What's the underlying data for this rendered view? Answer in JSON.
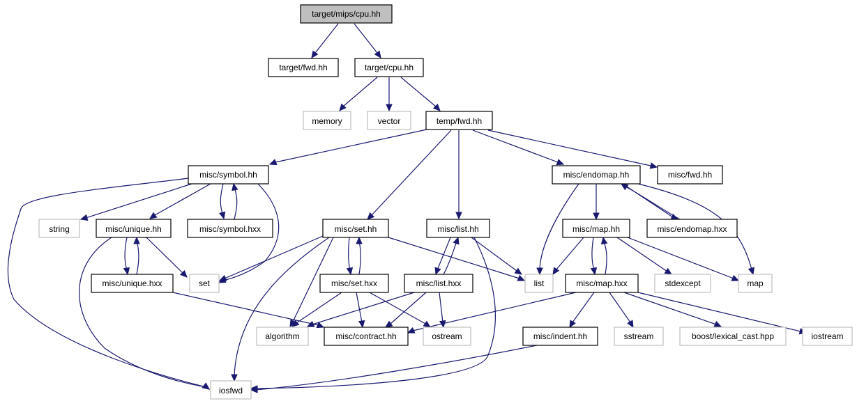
{
  "colors": {
    "edge": "#191970",
    "root_fill": "#bfbfbf",
    "internal_border": "#000000",
    "external_border": "#bfbfbf"
  },
  "nodes": {
    "root": "target/mips/cpu.hh",
    "target_fwd": "target/fwd.hh",
    "target_cpu": "target/cpu.hh",
    "memory": "memory",
    "vector": "vector",
    "temp_fwd": "temp/fwd.hh",
    "misc_symbol_hh": "misc/symbol.hh",
    "misc_endomap_hh": "misc/endomap.hh",
    "misc_fwd": "misc/fwd.hh",
    "string": "string",
    "misc_unique_hh": "misc/unique.hh",
    "misc_symbol_hxx": "misc/symbol.hxx",
    "misc_set_hh": "misc/set.hh",
    "misc_list_hh": "misc/list.hh",
    "misc_map_hh": "misc/map.hh",
    "misc_endomap_hxx": "misc/endomap.hxx",
    "misc_unique_hxx": "misc/unique.hxx",
    "set": "set",
    "misc_set_hxx": "misc/set.hxx",
    "misc_list_hxx": "misc/list.hxx",
    "list": "list",
    "misc_map_hxx": "misc/map.hxx",
    "stdexcept": "stdexcept",
    "map": "map",
    "algorithm": "algorithm",
    "misc_contract_hh": "misc/contract.hh",
    "ostream": "ostream",
    "misc_indent_hh": "misc/indent.hh",
    "sstream": "sstream",
    "boost_lexical_cast": "boost/lexical_cast.hpp",
    "iostream": "iostream",
    "iosfwd": "iosfwd"
  }
}
